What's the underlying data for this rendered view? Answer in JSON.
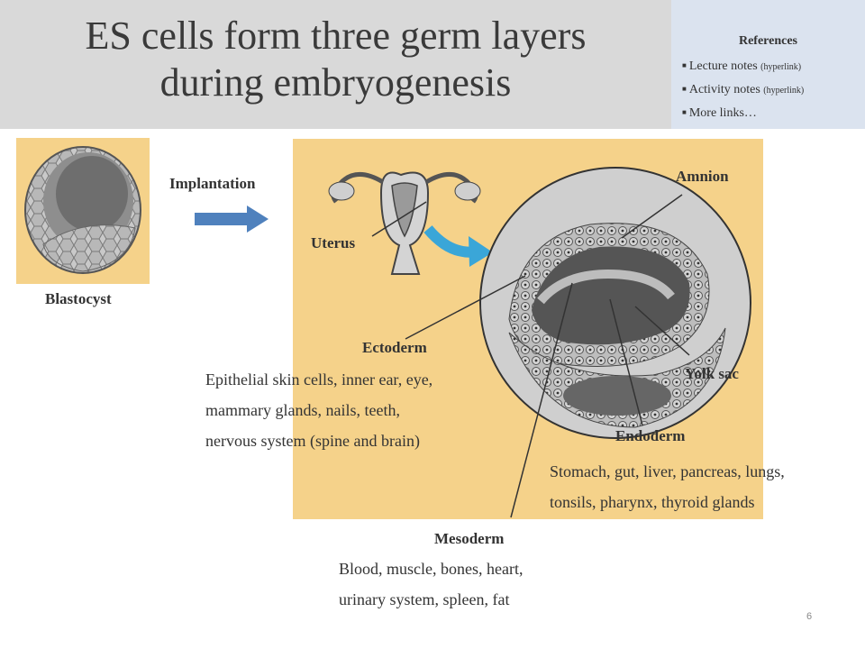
{
  "title": {
    "line1": "ES cells form three germ layers",
    "line2": "during embryogenesis"
  },
  "references": {
    "heading": "References",
    "items": [
      {
        "text": "Lecture notes",
        "note": "(hyperlink)"
      },
      {
        "text": "Activity notes",
        "note": "(hyperlink)"
      },
      {
        "text": "More links…",
        "note": ""
      }
    ]
  },
  "labels": {
    "blastocyst": "Blastocyst",
    "implantation": "Implantation",
    "uterus": "Uterus",
    "amnion": "Amnion",
    "ectoderm": "Ectoderm",
    "yolk_sac": "Yolk sac",
    "endoderm": "Endoderm",
    "mesoderm": "Mesoderm"
  },
  "descriptions": {
    "ectoderm": [
      "Epithelial skin cells, inner ear, eye,",
      "mammary glands, nails, teeth,",
      "nervous system (spine and brain)"
    ],
    "endoderm": [
      "Stomach, gut, liver, pancreas, lungs,",
      "tonsils, pharynx, thyroid glands"
    ],
    "mesoderm": [
      "Blood, muscle, bones, heart,",
      "urinary system, spleen, fat"
    ]
  },
  "page_number": "6",
  "colors": {
    "title_bg": "#d9d9d9",
    "refs_bg": "#dbe3ef",
    "panel_bg": "#f5d28a",
    "arrow": "#4f81bd",
    "cyan_arrow": "#3aa6d8"
  }
}
